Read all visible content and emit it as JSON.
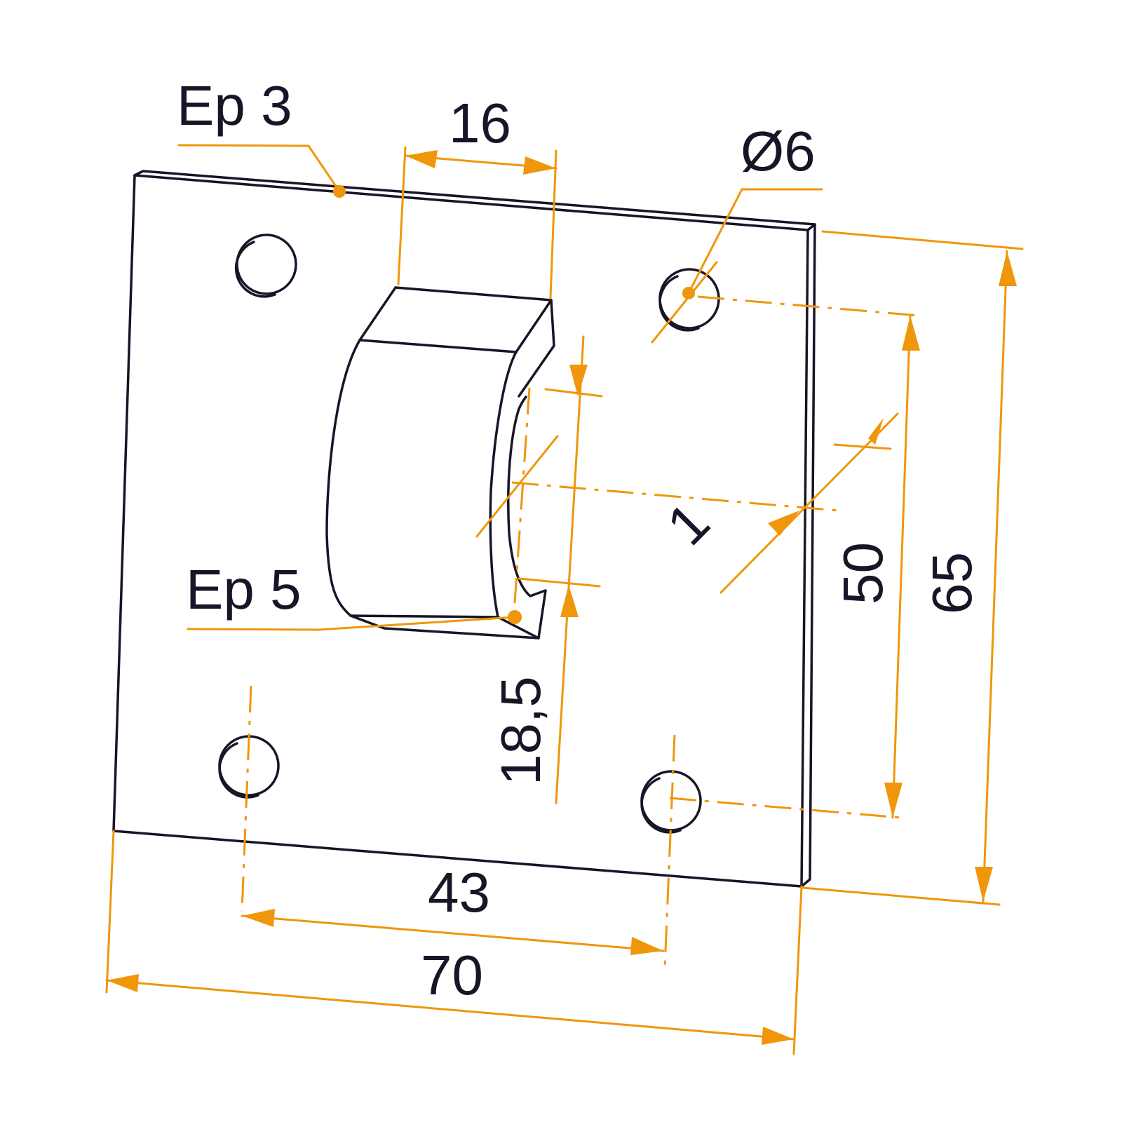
{
  "drawing": {
    "thickness_top_label": "Ep 3",
    "thickness_bracket_label": "Ep 5",
    "hole_diameter_label": "Ø6",
    "dim_bracket_width": "16",
    "dim_bracket_offset": "18,5",
    "dim_hole_vertical": "50",
    "dim_plate_height": "65",
    "dim_hole_horizontal": "43",
    "dim_plate_width": "70",
    "bend_angle_mark": "1",
    "colors": {
      "outline": "#1a1428",
      "dimension": "#f0960a"
    }
  }
}
